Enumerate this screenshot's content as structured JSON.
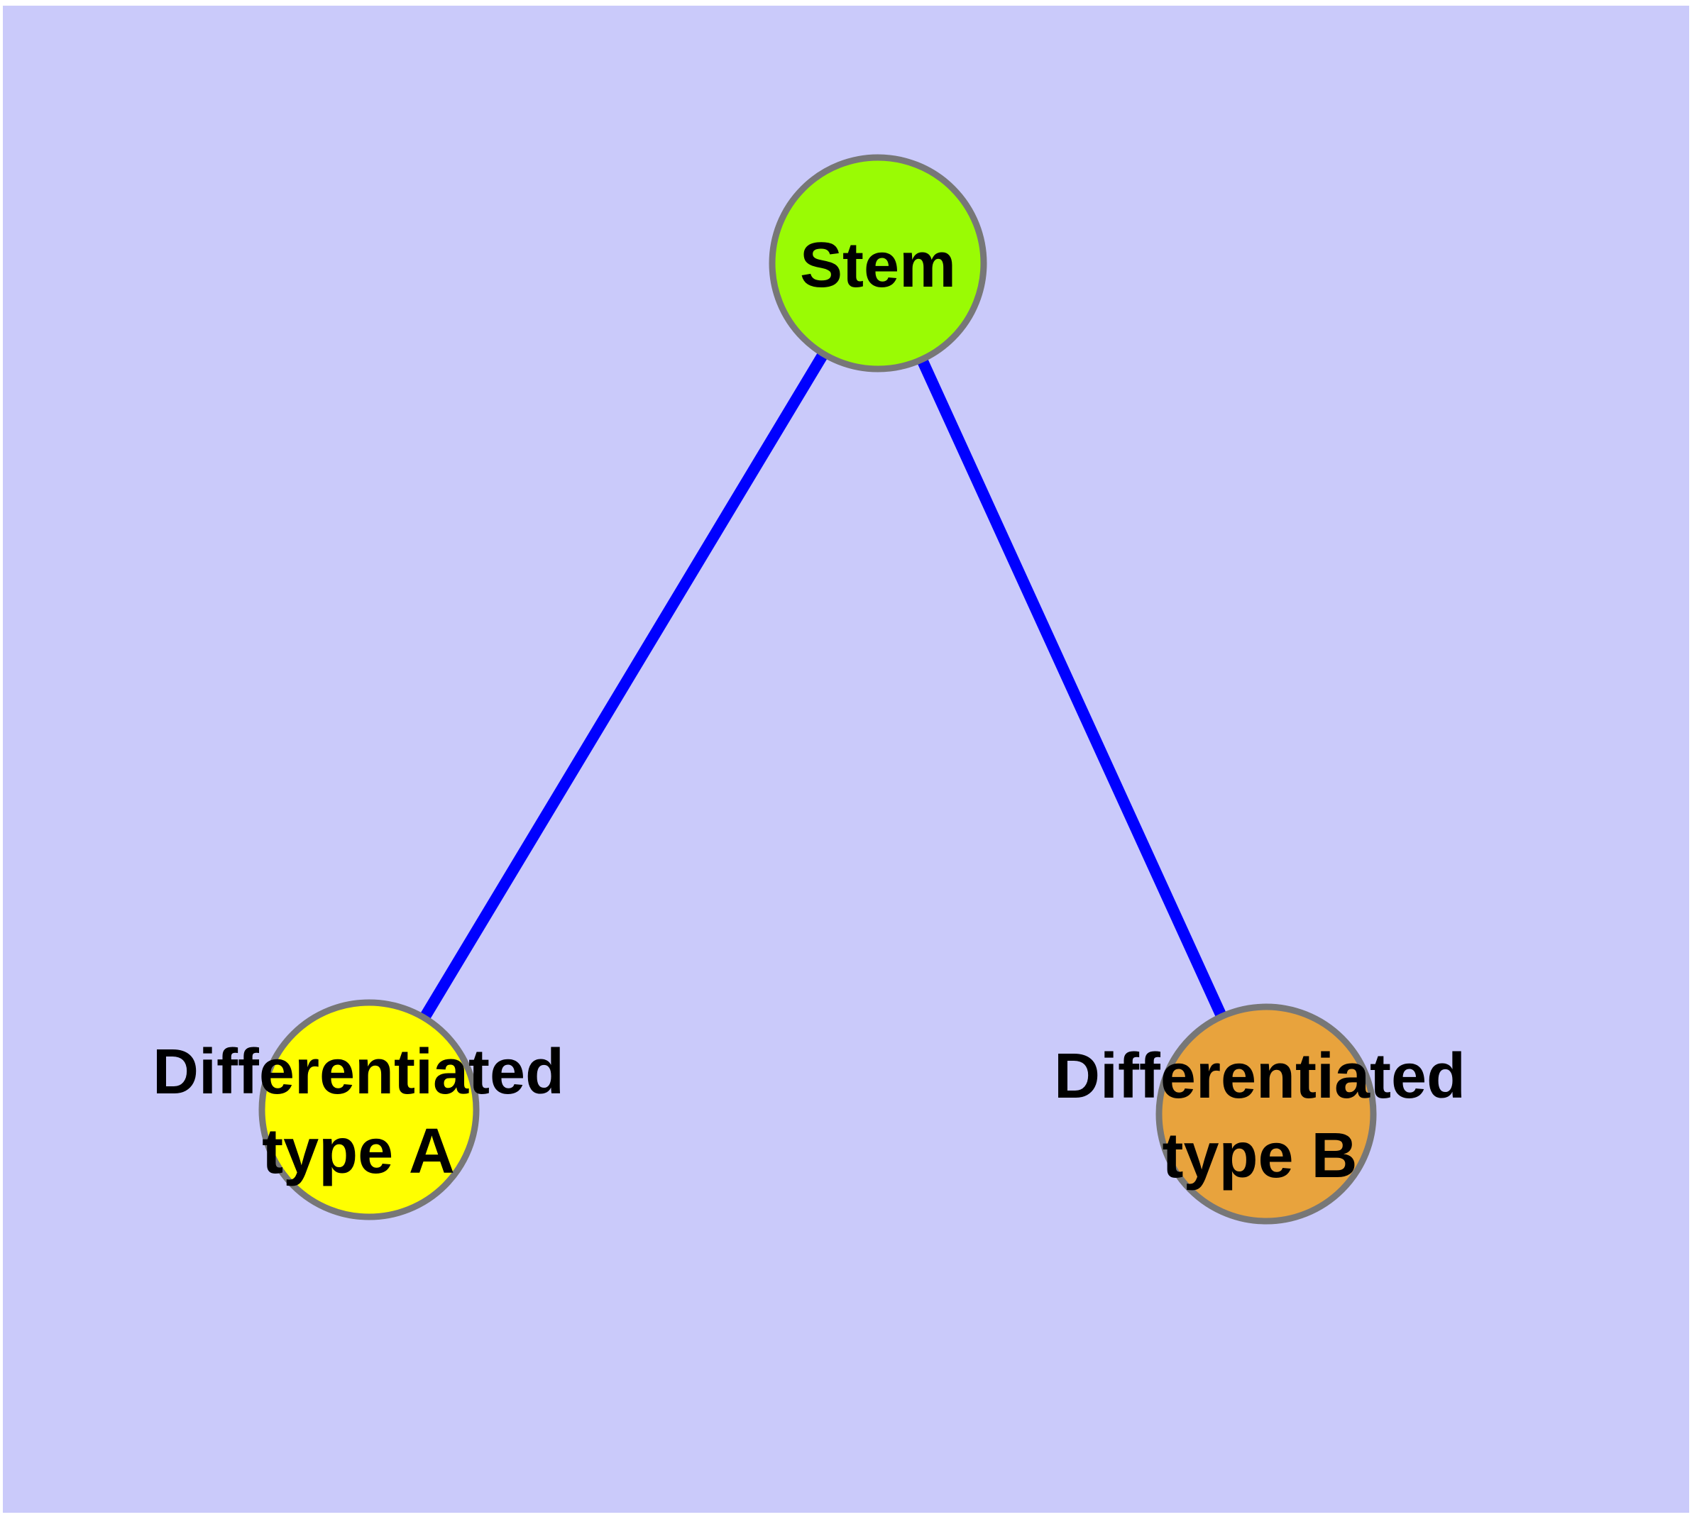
{
  "canvas": {
    "color": "#CACAFA",
    "margin_color": "#FFFFFF"
  },
  "graph": {
    "edge_color": "#0000FF",
    "node_border_color": "#777777",
    "label_color": "#000000",
    "nodes": {
      "stem": {
        "label": "Stem",
        "color": "#9AFB04"
      },
      "type_a": {
        "label_line1": "Differentiated",
        "label_line2": "type A",
        "color": "#FFFF00"
      },
      "type_b": {
        "label_line1": "Differentiated",
        "label_line2": "type B",
        "color": "#E8A33D"
      }
    },
    "edges": [
      {
        "from": "Stem",
        "to": "Differentiated type A"
      },
      {
        "from": "Stem",
        "to": "Differentiated type B"
      }
    ]
  }
}
